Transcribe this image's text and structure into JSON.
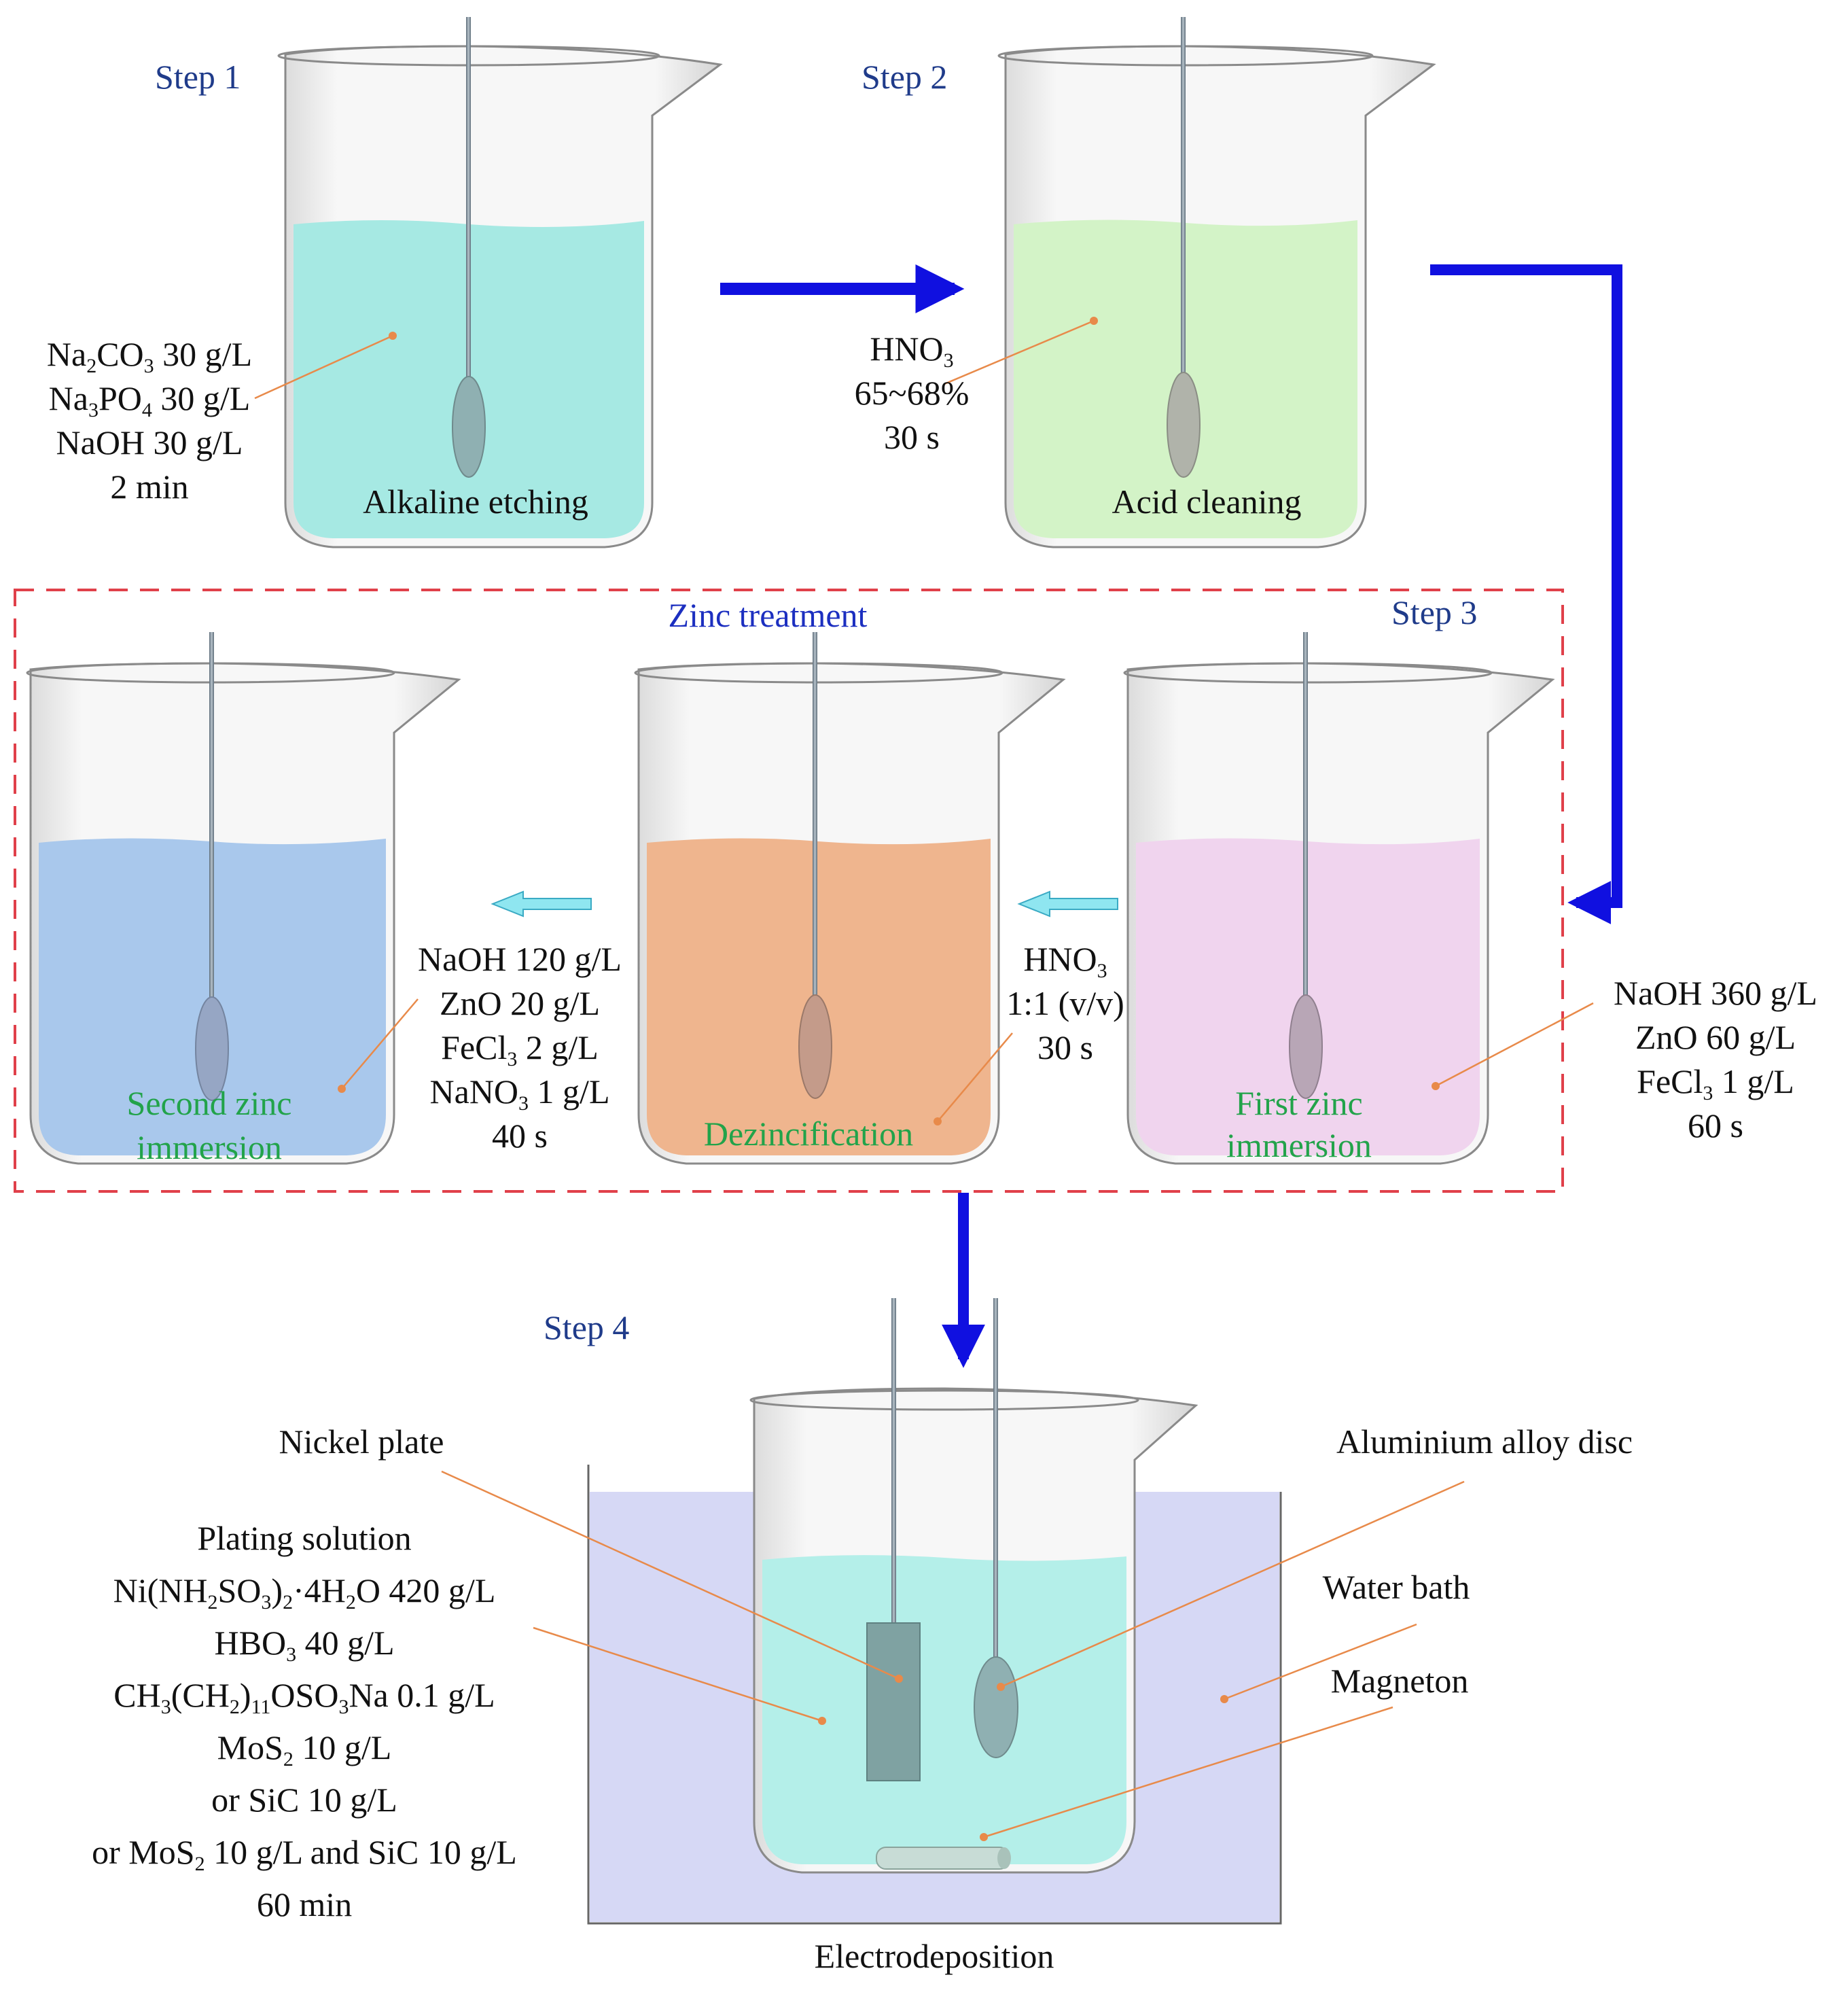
{
  "steps": {
    "step1": "Step 1",
    "step2": "Step 2",
    "step3": "Step  3",
    "step4": "Step 4"
  },
  "zinc_treatment_title": "Zinc treatment",
  "beakers": {
    "alkaline": {
      "label": "Alkaline etching",
      "solution_color": "#a6e9e3",
      "lines": [
        {
          "a": "Na",
          "s": "2",
          "b": "CO",
          "s2": "3",
          "c": " 30 g/L"
        },
        {
          "a": "Na",
          "s": "3",
          "b": "PO",
          "s2": "4",
          "c": " 30 g/L"
        },
        {
          "a": "NaOH  30 g/L"
        },
        {
          "a": "2 min"
        }
      ]
    },
    "acid": {
      "label": "Acid cleaning",
      "solution_color": "#d3f3c7",
      "lines": [
        {
          "a": "HNO",
          "s": "3"
        },
        {
          "a": "65~68%"
        },
        {
          "a": "30 s"
        }
      ]
    },
    "first_zinc": {
      "label_line1": "First zinc",
      "label_line2": "immersion",
      "solution_color": "#f0d4ee",
      "lines": [
        {
          "a": "NaOH 360 g/L"
        },
        {
          "a": "ZnO  60 g/L"
        },
        {
          "a": "FeCl",
          "s": "3",
          "b": " 1 g/L"
        },
        {
          "a": "60 s"
        }
      ]
    },
    "dezincification": {
      "label": "Dezincification",
      "solution_color": "#efb58e",
      "lines": [
        {
          "a": "HNO",
          "s": "3"
        },
        {
          "a": "1:1 (v/v)"
        },
        {
          "a": "30 s"
        }
      ]
    },
    "second_zinc": {
      "label_line1": "Second zinc",
      "label_line2": "immersion",
      "solution_color": "#a9c8ec",
      "lines": [
        {
          "a": "NaOH 120 g/L"
        },
        {
          "a": "ZnO  20 g/L"
        },
        {
          "a": "FeCl",
          "s": "3",
          "b": " 2 g/L"
        },
        {
          "a": "NaNO",
          "s": "3",
          "b": " 1 g/L"
        },
        {
          "a": "40 s"
        }
      ]
    },
    "electro": {
      "label": "Electrodeposition",
      "solution_color": "#b4efe9",
      "bath_color": "#d6d8f5"
    }
  },
  "electro_labels": {
    "nickel_plate": "Nickel plate",
    "aluminium_disc": "Aluminium alloy disc",
    "water_bath": "Water bath",
    "magneton": "Magneton",
    "plating_title": "Plating solution",
    "plating_lines": [
      {
        "a": "Ni(NH",
        "s": "2",
        "b": "SO",
        "s2": "3",
        "c": ")",
        "s3": "2",
        "d": "·4H",
        "s4": "2",
        "e": "O 420 g/L"
      },
      {
        "a": "HBO",
        "s": "3",
        "b": "  40 g/L"
      },
      {
        "a": "CH",
        "s": "3",
        "b": "(CH",
        "s2": "2",
        "c": ")",
        "s3": "11",
        "d": "OSO",
        "s4": "3",
        "e": "Na 0.1 g/L"
      },
      {
        "a": "MoS",
        "s": "2",
        "b": " 10 g/L"
      },
      {
        "a": "or  SiC 10 g/L"
      },
      {
        "a": "or  MoS",
        "s": "2",
        "b": " 10 g/L and  SiC 10 g/L"
      },
      {
        "a": "60 min"
      }
    ]
  },
  "colors": {
    "flow_arrow": "#1010e0",
    "small_arrow": "#8fe6f0",
    "dashed_box": "#e0404a",
    "leader_line": "#e88a4a"
  }
}
